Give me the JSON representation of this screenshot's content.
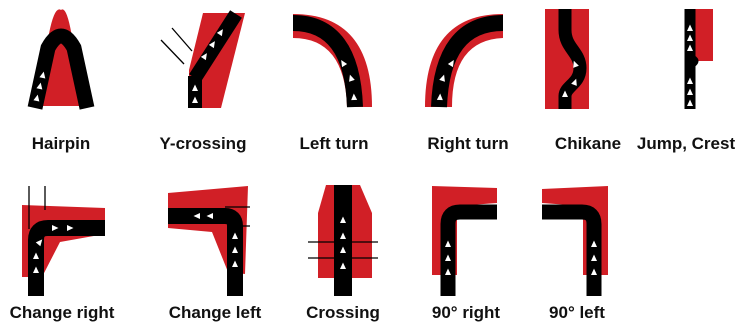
{
  "colors": {
    "track": "#000000",
    "shoulder": "#d11f26",
    "arrow": "#ffffff",
    "line": "#000000"
  },
  "symbols": [
    {
      "id": "hairpin",
      "icon": "hairpin-icon",
      "label": "Hairpin"
    },
    {
      "id": "y-crossing",
      "icon": "y-crossing-icon",
      "label": "Y-crossing"
    },
    {
      "id": "left-turn",
      "icon": "left-turn-icon",
      "label": "Left turn"
    },
    {
      "id": "right-turn",
      "icon": "right-turn-icon",
      "label": "Right turn"
    },
    {
      "id": "chikane",
      "icon": "chikane-icon",
      "label": "Chikane"
    },
    {
      "id": "jump-crest",
      "icon": "jump-crest-icon",
      "label": "Jump, Crest"
    },
    {
      "id": "change-right",
      "icon": "change-right-icon",
      "label": "Change right"
    },
    {
      "id": "change-left",
      "icon": "change-left-icon",
      "label": "Change left"
    },
    {
      "id": "crossing",
      "icon": "crossing-icon",
      "label": "Crossing"
    },
    {
      "id": "90-right",
      "icon": "ninety-right-icon",
      "label": "90° right"
    },
    {
      "id": "90-left",
      "icon": "ninety-left-icon",
      "label": "90° left"
    }
  ]
}
